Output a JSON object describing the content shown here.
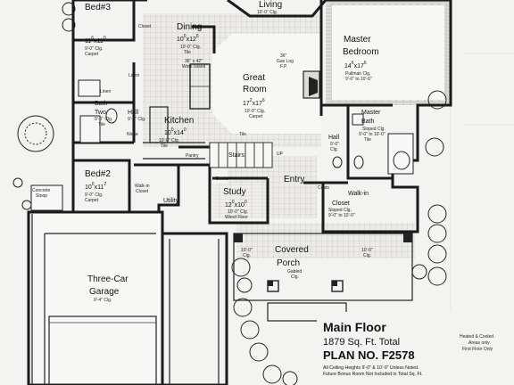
{
  "rooms": {
    "living": {
      "name": "Living",
      "dim": "10'-0\" Clg."
    },
    "bed3": {
      "name": "Bed#3",
      "dim": "11",
      "dim_frac": "6",
      "dim2": "x11",
      "dim2_frac": "0",
      "note1": "9'-0\" Clg.",
      "note2": "Carpet"
    },
    "dining": {
      "name": "Dining",
      "dim": "10",
      "dim_frac": "0",
      "dim2": "x12",
      "dim2_frac": "6",
      "note1": "10'-0\" Clg.",
      "note2": "Tile"
    },
    "closet": {
      "name": "Closet"
    },
    "master": {
      "name": "Master",
      "name2": "Bedroom",
      "dim": "14",
      "dim_frac": "6",
      "dim2": "x17",
      "dim2_frac": "6",
      "note1": "Pullman Clg.",
      "note2": "9'-0\" to 10'-6\""
    },
    "great": {
      "name": "Great",
      "name2": "Room",
      "dim": "17",
      "dim_frac": "2",
      "dim2": "x17",
      "dim2_frac": "6",
      "note1": "10'-0\" Clg.",
      "note2": "Carpet"
    },
    "gaslog": {
      "line1": "36\"",
      "line2": "Gas Log",
      "line3": "F.P."
    },
    "island": {
      "line1": "36\" x 42\"",
      "line2": "Work Island"
    },
    "linen": {
      "name": "Linen"
    },
    "linen2": {
      "name": "Linen"
    },
    "bath2": {
      "name": "Bath",
      "name2": "Two",
      "note1": "9'-0\" Clg.",
      "note2": "Tile"
    },
    "hall1": {
      "name": "Hall",
      "note1": "9'-0\" Clg."
    },
    "niche": {
      "name": "Niche"
    },
    "kitchen": {
      "name": "Kitchen",
      "dim": "10",
      "dim_frac": "0",
      "dim2": "x14",
      "dim2_frac": "0",
      "note1": "10'-0\" Clg.",
      "note2": "Tile"
    },
    "masterbath": {
      "name": "Master",
      "name2": "Bath",
      "note1": "Sloped Clg.",
      "note2": "9'-0\" to 10'-0\"",
      "note3": "Tile"
    },
    "hall2": {
      "name": "Hall",
      "note1": "9'-0\"",
      "note2": "Clg."
    },
    "pantry": {
      "name": "Pantry"
    },
    "stairs": {
      "name": "Stairs"
    },
    "tile": {
      "name": "Tile"
    },
    "up": {
      "name": "UP"
    },
    "bed2": {
      "name": "Bed#2",
      "dim": "10",
      "dim_frac": "0",
      "dim2": "x11",
      "dim2_frac": "2",
      "note1": "9'-0\" Clg.",
      "note2": "Carpet"
    },
    "concrete": {
      "line1": "Concrete",
      "line2": "Stoop"
    },
    "walkin_small": {
      "line1": "Walk-in",
      "line2": "Closet"
    },
    "books": {
      "name": "Books"
    },
    "study": {
      "name": "Study",
      "dim": "12",
      "dim_frac": "0",
      "dim2": "x10",
      "dim2_frac": "0",
      "note1": "10'-0\" Clg.",
      "note2": "Wood Floor"
    },
    "utility": {
      "name": "Utility"
    },
    "entry": {
      "name": "Entry"
    },
    "coats": {
      "name": "Coats"
    },
    "walkin": {
      "name": "Walk-in",
      "name2": "Closet",
      "note1": "Sloped Clg.",
      "note2": "9'-0\" to 10'-0\""
    },
    "porch": {
      "name": "Covered",
      "name2": "Porch",
      "note1": "Gabled",
      "note2": "Clg."
    },
    "porch_l": {
      "name": "10'-0\"",
      "name2": "Clg."
    },
    "porch_r": {
      "name": "10'-0\"",
      "name2": "Clg."
    },
    "garage": {
      "name": "Three-Car",
      "name2": "Garage",
      "note1": "9'-4\" Clg."
    }
  },
  "title_block": {
    "floor": "Main Floor",
    "sqft": "1879 Sq. Ft. Total",
    "note_right1": "Heated & Cooled",
    "note_right2": "Areas only",
    "note_right3": "First Floor Only",
    "plan": "PLAN NO. F2578",
    "footer1": "All Ceiling Heights 9'-0\" & 10'-0\" Unless Noted.",
    "footer2": "Future Bonus Room Not Included in Total Sq. Ft."
  }
}
